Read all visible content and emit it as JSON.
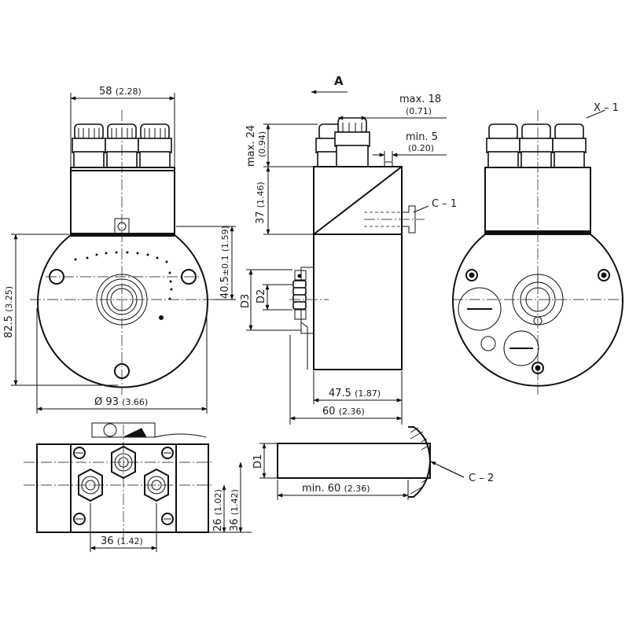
{
  "drawing": {
    "front_view": {
      "width_dim": "58",
      "width_dim_inch": "(2.28)",
      "diameter_dim": "Ø 93",
      "diameter_dim_inch": "(3.66)",
      "height_dim": "82.5",
      "height_dim_inch": "(3.25)",
      "center_height_dim": "40.5",
      "center_height_tol": "±0.1",
      "center_height_inch": "(1.59)"
    },
    "side_view": {
      "view_arrow_label": "A",
      "max_dim": "max. 18",
      "max_dim_inch": "(0.71)",
      "min_dim": "min. 5",
      "min_dim_inch": "(0.20)",
      "gland_height_dim": "max. 24",
      "gland_height_inch": "(0.94)",
      "housing_height_dim": "37",
      "housing_height_inch": "(1.46)",
      "label_c1": "C – 1",
      "label_d2": "D2",
      "label_d3": "D3",
      "depth_dim": "47.5",
      "depth_dim_inch": "(1.87)",
      "total_depth_dim": "60",
      "total_depth_inch": "(2.36)"
    },
    "rear_view": {
      "label_x1": "X – 1"
    },
    "top_view": {
      "width_dim": "36",
      "width_dim_inch": "(1.42)",
      "dim_26": "26",
      "dim_26_inch": "(1.02)",
      "dim_36": "36",
      "dim_36_inch": "(1.42)"
    },
    "shaft_view": {
      "label_d1": "D1",
      "min_length_dim": "min. 60",
      "min_length_inch": "(2.36)",
      "label_c2": "C – 2"
    }
  }
}
